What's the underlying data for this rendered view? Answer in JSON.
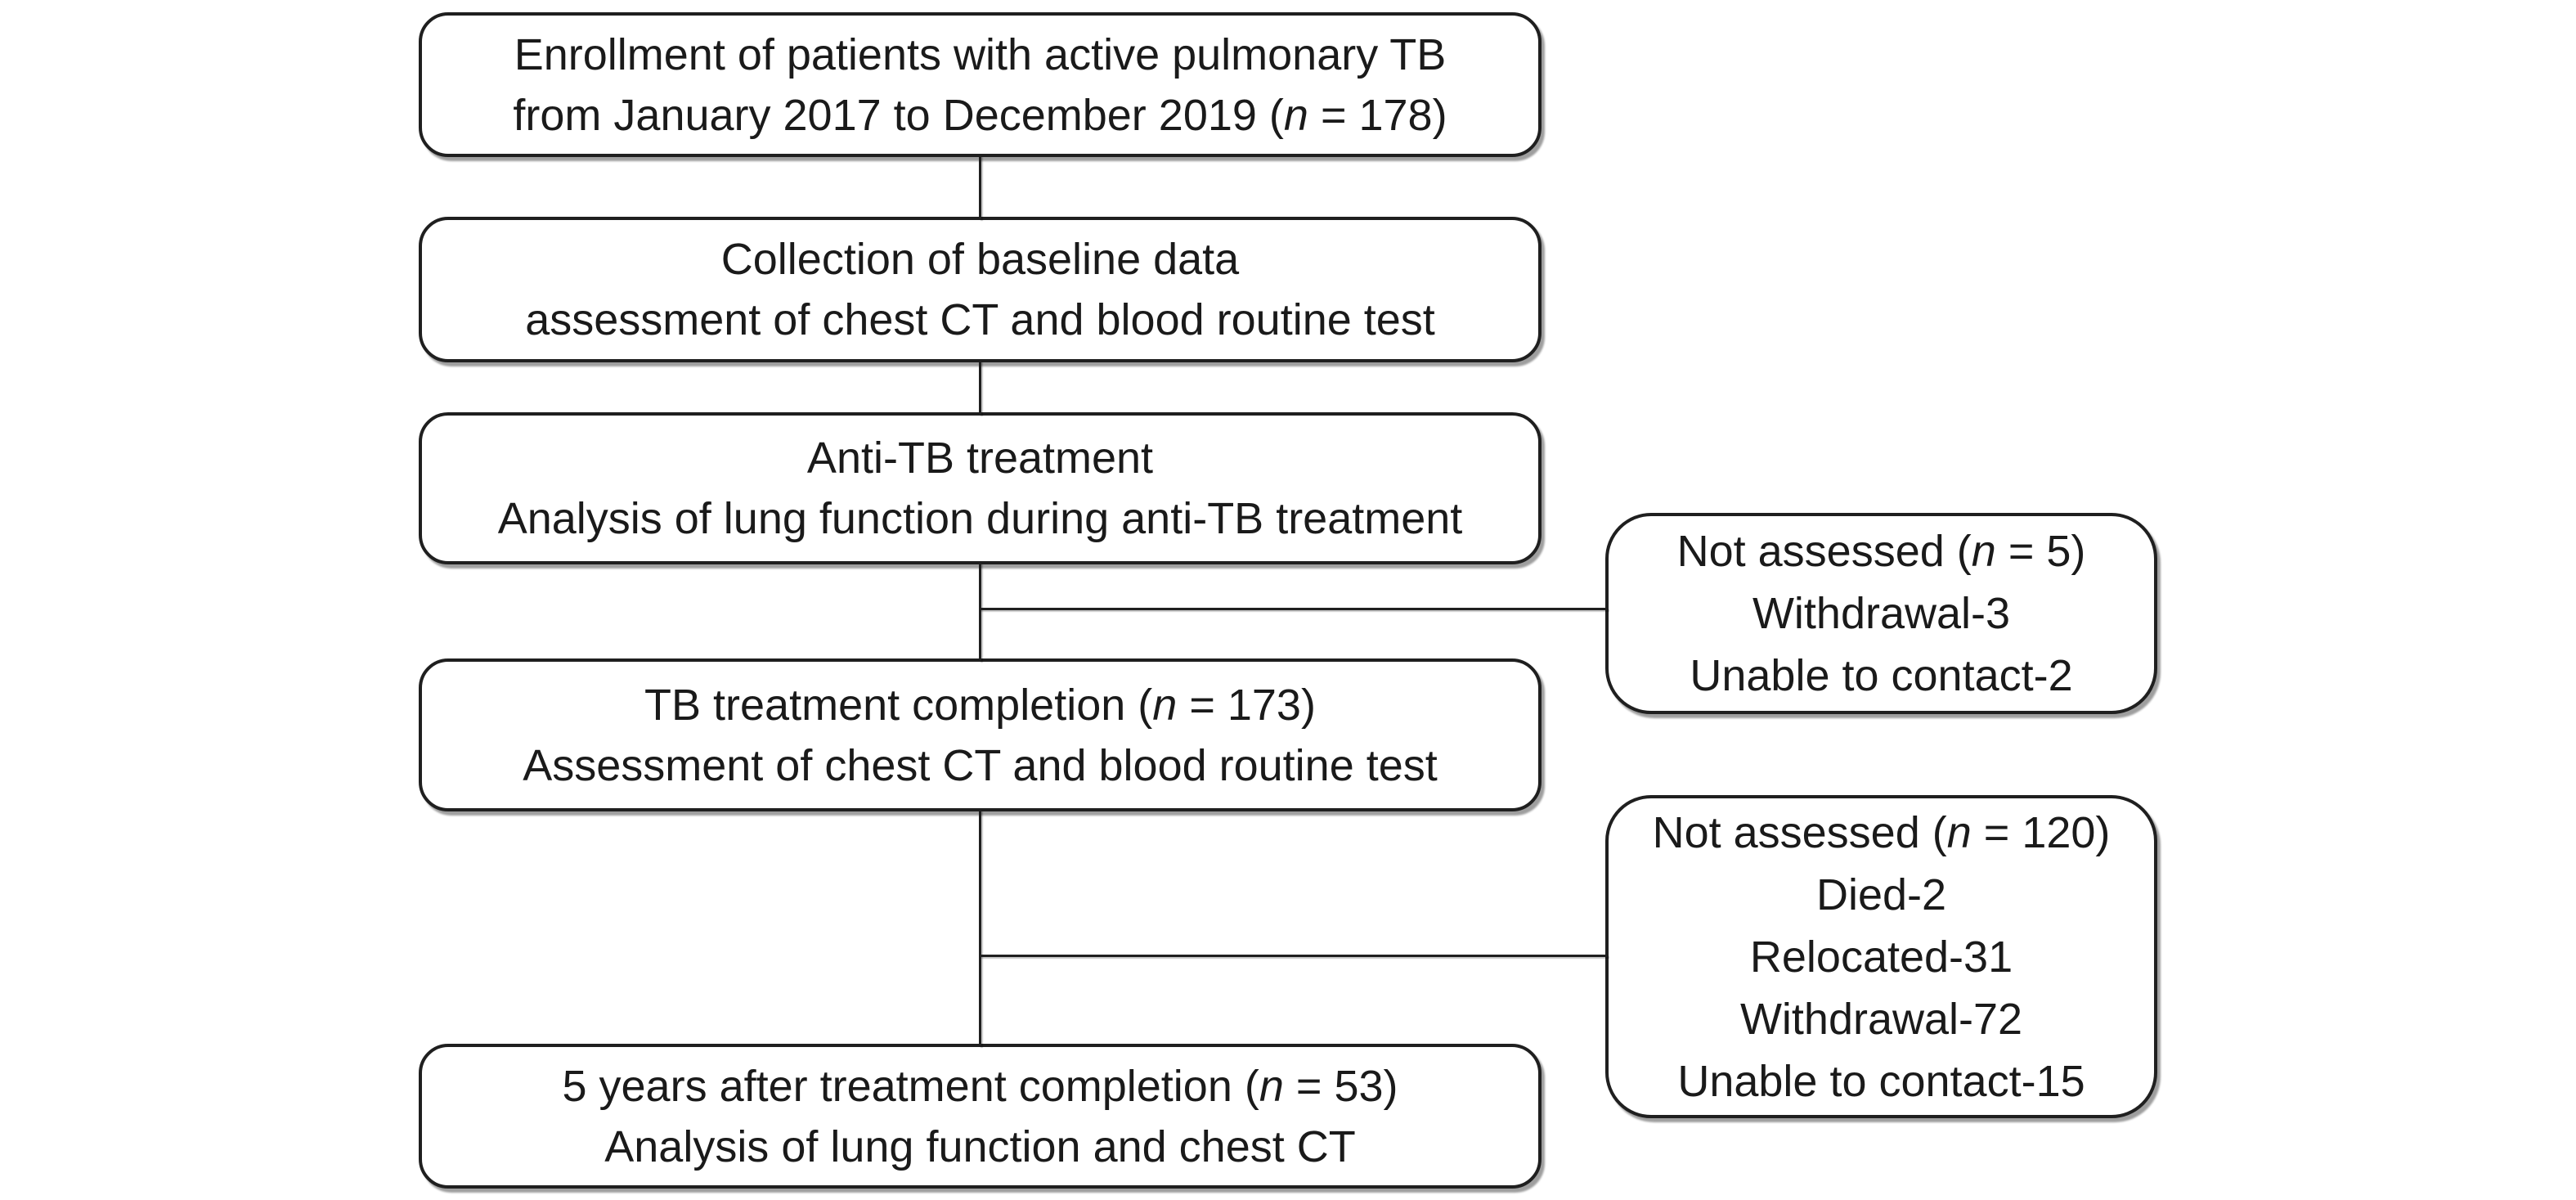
{
  "figure": {
    "type": "flowchart",
    "background_color": "#ffffff",
    "box_border_color": "#1f1f1f",
    "connector_color": "#1f1f1f",
    "text_color": "#1a1a1a"
  },
  "flow_boxes": [
    {
      "id": "enrollment",
      "lines": [
        "Enrollment of patients with active pulmonary TB",
        "from January 2017 to December 2019 (n = 178)"
      ]
    },
    {
      "id": "baseline",
      "lines": [
        "Collection of baseline data",
        "assessment of chest CT and blood routine test"
      ]
    },
    {
      "id": "treatment",
      "lines": [
        "Anti-TB treatment",
        "Analysis of lung function during anti-TB treatment"
      ]
    },
    {
      "id": "completion",
      "lines": [
        "TB treatment completion (n = 173)",
        "Assessment of chest CT and blood routine test"
      ]
    },
    {
      "id": "followup",
      "lines": [
        "5 years after treatment completion (n = 53)",
        "Analysis of lung function and chest CT"
      ]
    }
  ],
  "side_boxes": [
    {
      "id": "not-assessed-1",
      "lines": [
        "Not assessed (n = 5)",
        "Withdrawal-3",
        "Unable to contact-2"
      ]
    },
    {
      "id": "not-assessed-2",
      "lines": [
        "Not assessed (n = 120)",
        "Died-2",
        "Relocated-31",
        "Withdrawal-72",
        "Unable to contact-15"
      ]
    }
  ]
}
